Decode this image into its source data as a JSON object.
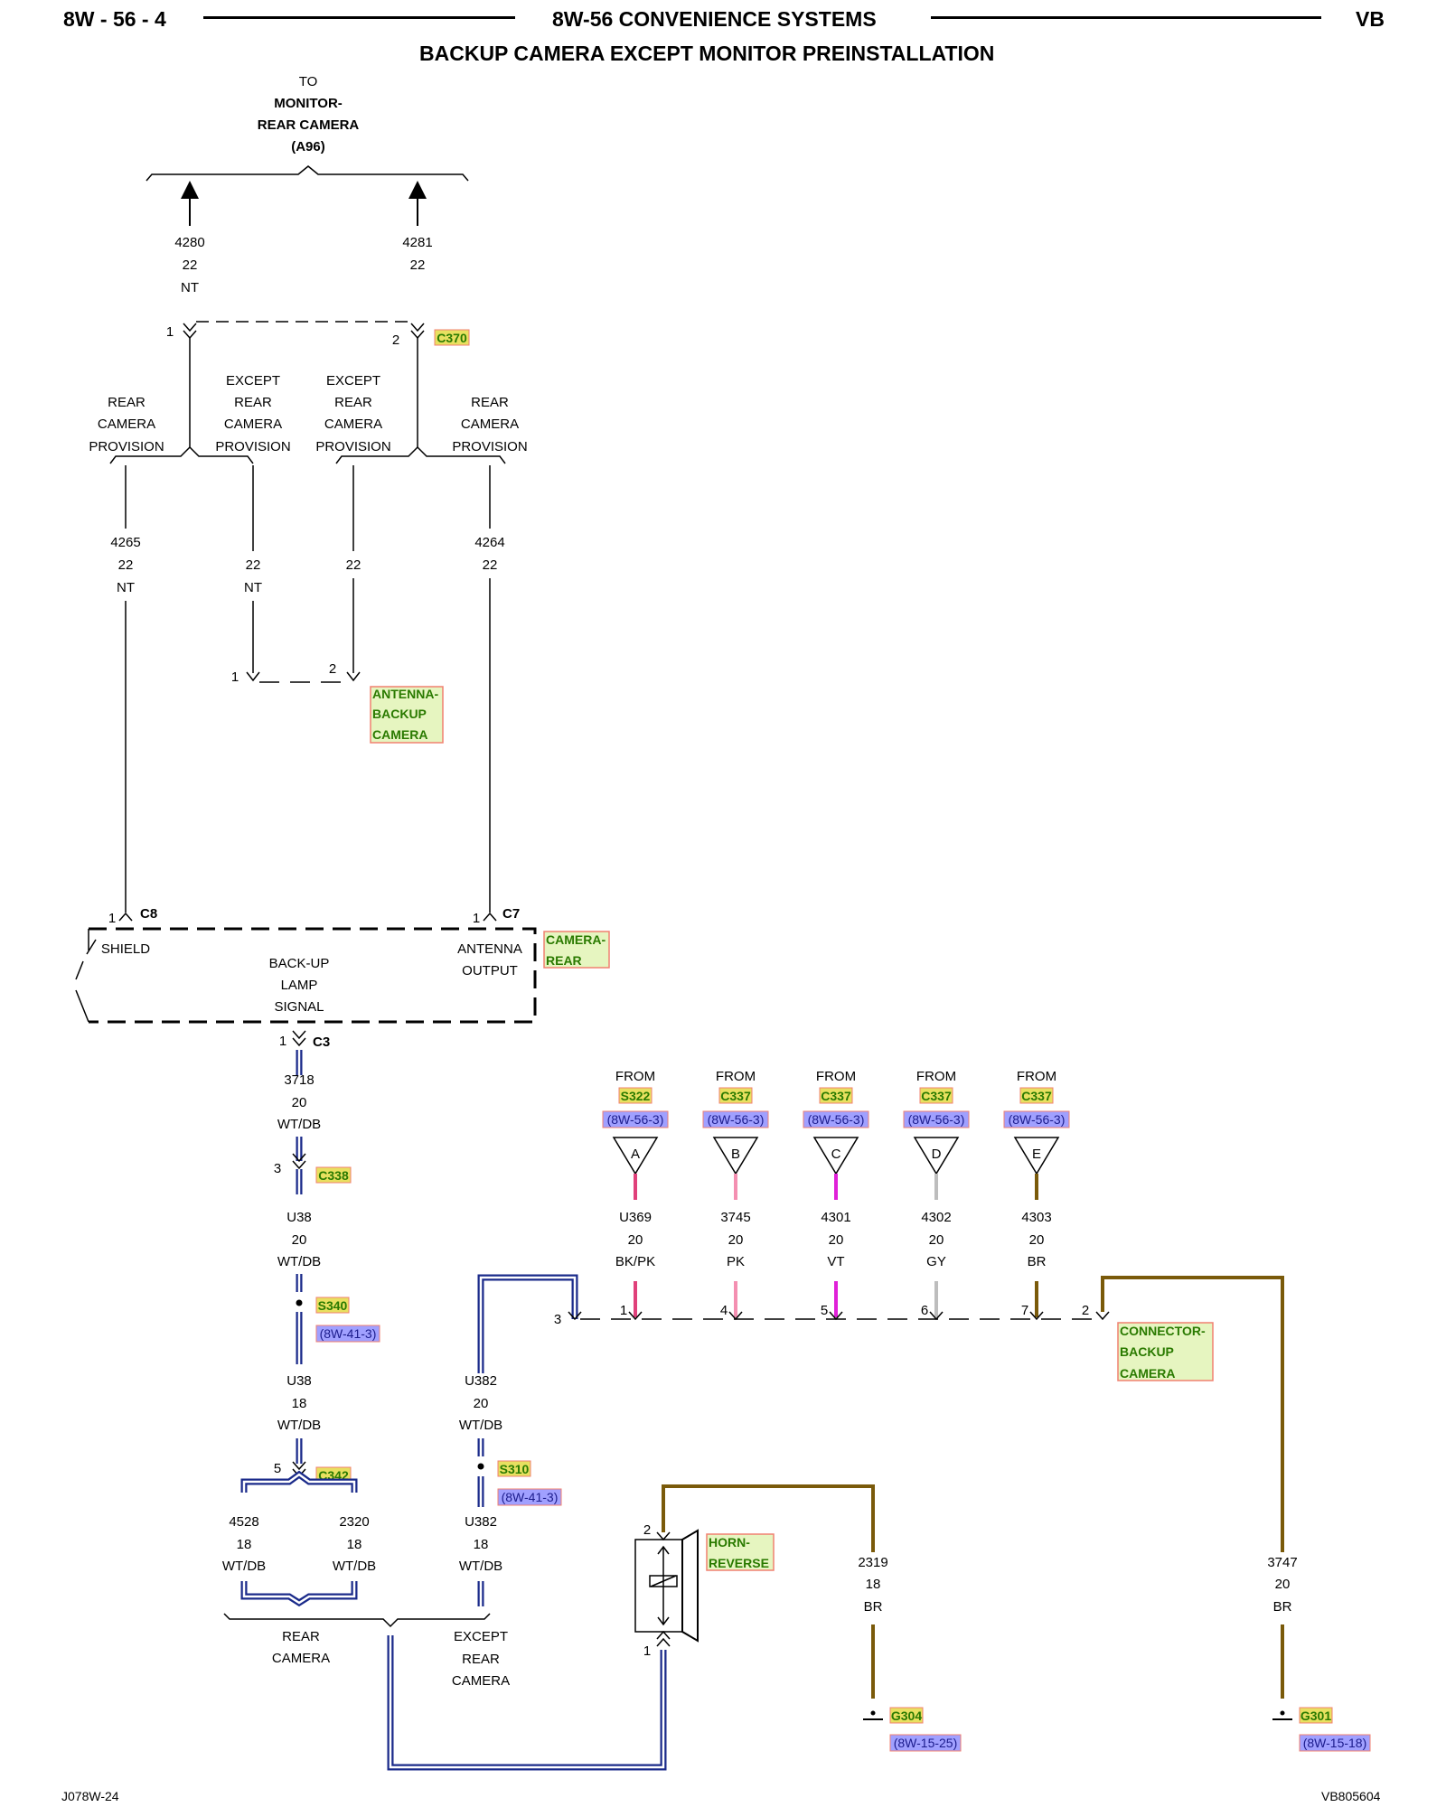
{
  "header": {
    "page_left": "8W - 56 - 4",
    "title": "8W-56 CONVENIENCE SYSTEMS",
    "page_right": "VB",
    "subtitle": "BACKUP CAMERA EXCEPT MONITOR PREINSTALLATION"
  },
  "footer": {
    "left": "J078W-24",
    "right": "VB805604"
  },
  "colors": {
    "harness_wt_db_outer": "#1a2a8a",
    "harness_wt_db_inner": "#ffffff",
    "wire_bk_pk": "#e0407a",
    "wire_pk": "#f48fb1",
    "wire_vt": "#e020d8",
    "wire_gy": "#bdbdbd",
    "wire_br": "#7a5a0a",
    "connector_ref_fill": "#e8e060",
    "component_box_fill": "#e6f5c0",
    "component_box_border": "#f08070",
    "page_ref_fill": "#a0a0ff"
  },
  "top": {
    "to_label": "TO",
    "dest_line1": "MONITOR-",
    "dest_line2": "REAR CAMERA",
    "dest_line3": "(A96)",
    "wire_a": {
      "circuit": "4280",
      "gauge": "22",
      "color": "NT"
    },
    "wire_b": {
      "circuit": "4281",
      "gauge": "22"
    },
    "pin_a": "1",
    "pin_b": "2",
    "connector": "C370"
  },
  "options": {
    "rear": [
      "REAR",
      "CAMERA",
      "PROVISION"
    ],
    "except": [
      "EXCEPT",
      "REAR",
      "CAMERA",
      "PROVISION"
    ]
  },
  "mid_wires": {
    "w4265": {
      "circuit": "4265",
      "gauge": "22",
      "color": "NT"
    },
    "w_nt": {
      "gauge": "22",
      "color": "NT"
    },
    "w_22": {
      "gauge": "22"
    },
    "w4264": {
      "circuit": "4264",
      "gauge": "22"
    }
  },
  "antenna": {
    "pin1": "1",
    "pin2": "2",
    "label": [
      "ANTENNA-",
      "BACKUP",
      "CAMERA"
    ]
  },
  "camera": {
    "pin_c8": "1",
    "c8": "C8",
    "pin_c7": "1",
    "c7": "C7",
    "shield": "SHIELD",
    "backup": [
      "BACK-UP",
      "LAMP",
      "SIGNAL"
    ],
    "antenna_output": [
      "ANTENNA",
      "OUTPUT"
    ],
    "label": [
      "CAMERA-",
      "REAR"
    ],
    "pin_c3": "1",
    "c3": "C3"
  },
  "left_chain": {
    "w3718": {
      "circuit": "3718",
      "gauge": "20",
      "color": "WT/DB"
    },
    "pin_c338": "3",
    "c338": "C338",
    "w_u38a": {
      "circuit": "U38",
      "gauge": "20",
      "color": "WT/DB"
    },
    "s340": "S340",
    "s340_ref": "(8W-41-3)",
    "w_u38b": {
      "circuit": "U38",
      "gauge": "18",
      "color": "WT/DB"
    },
    "pin_c342": "5",
    "c342": "C342",
    "w4528": {
      "circuit": "4528",
      "gauge": "18",
      "color": "WT/DB"
    },
    "w2320": {
      "circuit": "2320",
      "gauge": "18",
      "color": "WT/DB"
    },
    "w_u382a": {
      "circuit": "U382",
      "gauge": "20",
      "color": "WT/DB"
    },
    "s310": "S310",
    "s310_ref": "(8W-41-3)",
    "w_u382b": {
      "circuit": "U382",
      "gauge": "18",
      "color": "WT/DB"
    },
    "opt_rear": [
      "REAR",
      "CAMERA"
    ],
    "opt_except": [
      "EXCEPT",
      "REAR",
      "CAMERA"
    ]
  },
  "from_group": [
    {
      "from": "FROM",
      "src": "S322",
      "ref": "(8W-56-3)",
      "letter": "A",
      "circuit": "U369",
      "gauge": "20",
      "color": "BK/PK",
      "pin": "1"
    },
    {
      "from": "FROM",
      "src": "C337",
      "ref": "(8W-56-3)",
      "letter": "B",
      "circuit": "3745",
      "gauge": "20",
      "color": "PK",
      "pin": "4"
    },
    {
      "from": "FROM",
      "src": "C337",
      "ref": "(8W-56-3)",
      "letter": "C",
      "circuit": "4301",
      "gauge": "20",
      "color": "VT",
      "pin": "5"
    },
    {
      "from": "FROM",
      "src": "C337",
      "ref": "(8W-56-3)",
      "letter": "D",
      "circuit": "4302",
      "gauge": "20",
      "color": "GY",
      "pin": "6"
    },
    {
      "from": "FROM",
      "src": "C337",
      "ref": "(8W-56-3)",
      "letter": "E",
      "circuit": "4303",
      "gauge": "20",
      "color": "BR",
      "pin": "7"
    }
  ],
  "connector_backup": {
    "pin3": "3",
    "pin2": "2",
    "label": [
      "CONNECTOR-",
      "BACKUP",
      "CAMERA"
    ]
  },
  "horn": {
    "label": [
      "HORN-",
      "REVERSE"
    ],
    "pin2": "2",
    "pin1": "1",
    "w2319": {
      "circuit": "2319",
      "gauge": "18",
      "color": "BR"
    },
    "g304": "G304",
    "g304_ref": "(8W-15-25)"
  },
  "right": {
    "w3747": {
      "circuit": "3747",
      "gauge": "20",
      "color": "BR"
    },
    "g301": "G301",
    "g301_ref": "(8W-15-18)"
  }
}
